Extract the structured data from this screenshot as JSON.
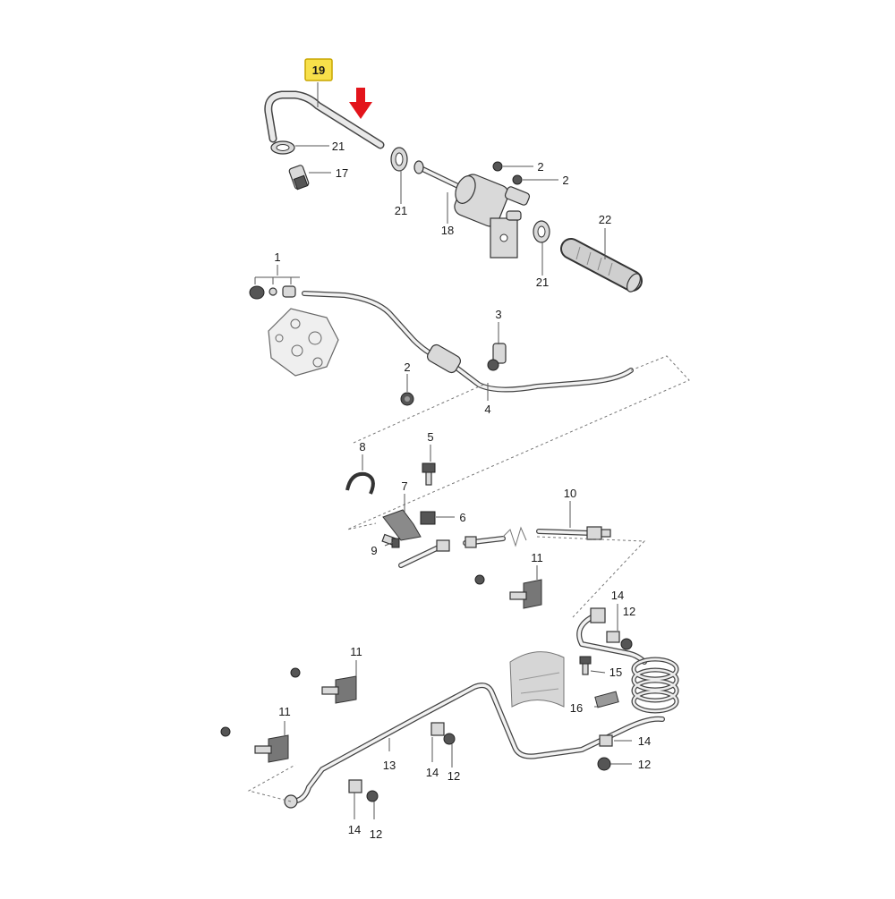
{
  "diagram": {
    "highlighted_label": "19",
    "labels": {
      "l19": "19",
      "l21a": "21",
      "l17": "17",
      "l21b": "21",
      "l18": "18",
      "l2a": "2",
      "l2b": "2",
      "l22": "22",
      "l21c": "21",
      "l1": "1",
      "l3": "3",
      "l2c": "2",
      "l4": "4",
      "l5": "5",
      "l8": "8",
      "l7": "7",
      "l6": "6",
      "l9": "9",
      "l10": "10",
      "l11a": "11",
      "l14a": "14",
      "l12a": "12",
      "l15": "15",
      "l11b": "11",
      "l16": "16",
      "l11c": "11",
      "l14b": "14",
      "l12b": "12",
      "l13": "13",
      "l14c": "14",
      "l12c": "12",
      "l14d": "14",
      "l12d": "12"
    },
    "colors": {
      "highlight_fill": "#f7e04a",
      "highlight_stroke": "#c9a600",
      "arrow": "#e3141b",
      "line": "#444444"
    },
    "icons": {
      "pointer": "down-arrow-icon"
    }
  }
}
